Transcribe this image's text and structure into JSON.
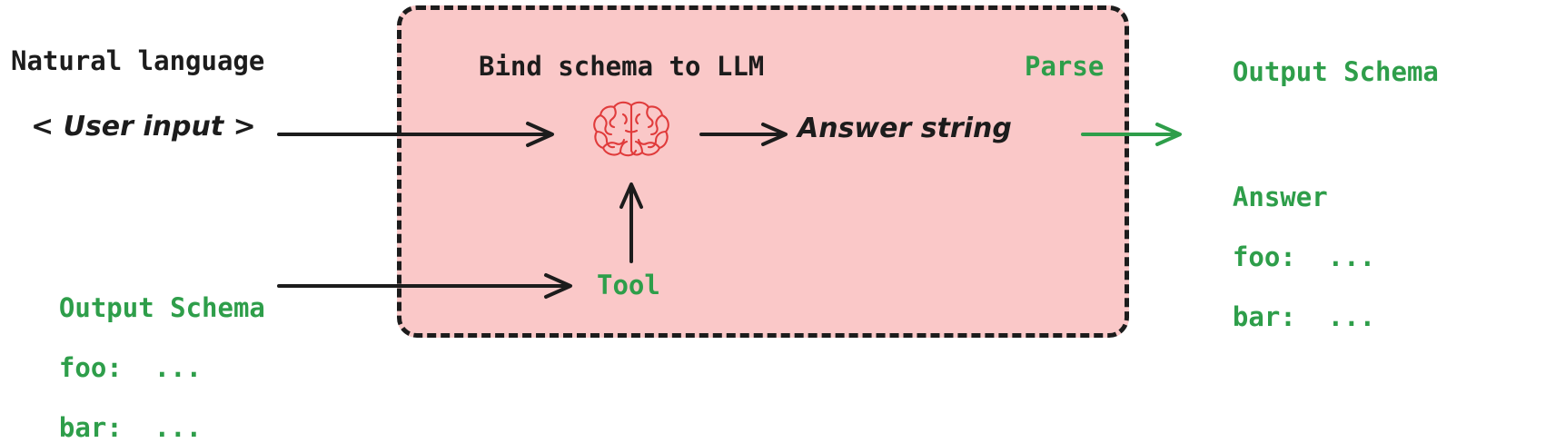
{
  "colors": {
    "ink": "#1c1c1c",
    "green": "#2e9e4a",
    "panel_fill": "#fac8c8",
    "brain_red": "#e03b3b"
  },
  "left": {
    "natural_language_label": "Natural language",
    "user_input": "< User input >",
    "schema": {
      "title": "Output Schema",
      "fields": [
        "foo:  ...",
        "bar:  ..."
      ]
    }
  },
  "panel": {
    "title": "Bind schema to LLM",
    "parse_label": "Parse",
    "answer_string": "Answer string",
    "tool_label": "Tool",
    "brain_icon": "brain-icon"
  },
  "right": {
    "schema": {
      "title": "Output Schema",
      "answer_label": "Answer",
      "fields": [
        "foo:  ...",
        "bar:  ..."
      ]
    }
  },
  "arrows": {
    "input_to_llm": "arrow-input-to-llm",
    "llm_to_answer": "arrow-llm-to-answer",
    "tool_to_llm": "arrow-tool-to-llm",
    "schema_to_tool": "arrow-schema-to-tool",
    "answer_to_output": "arrow-answer-to-output"
  }
}
